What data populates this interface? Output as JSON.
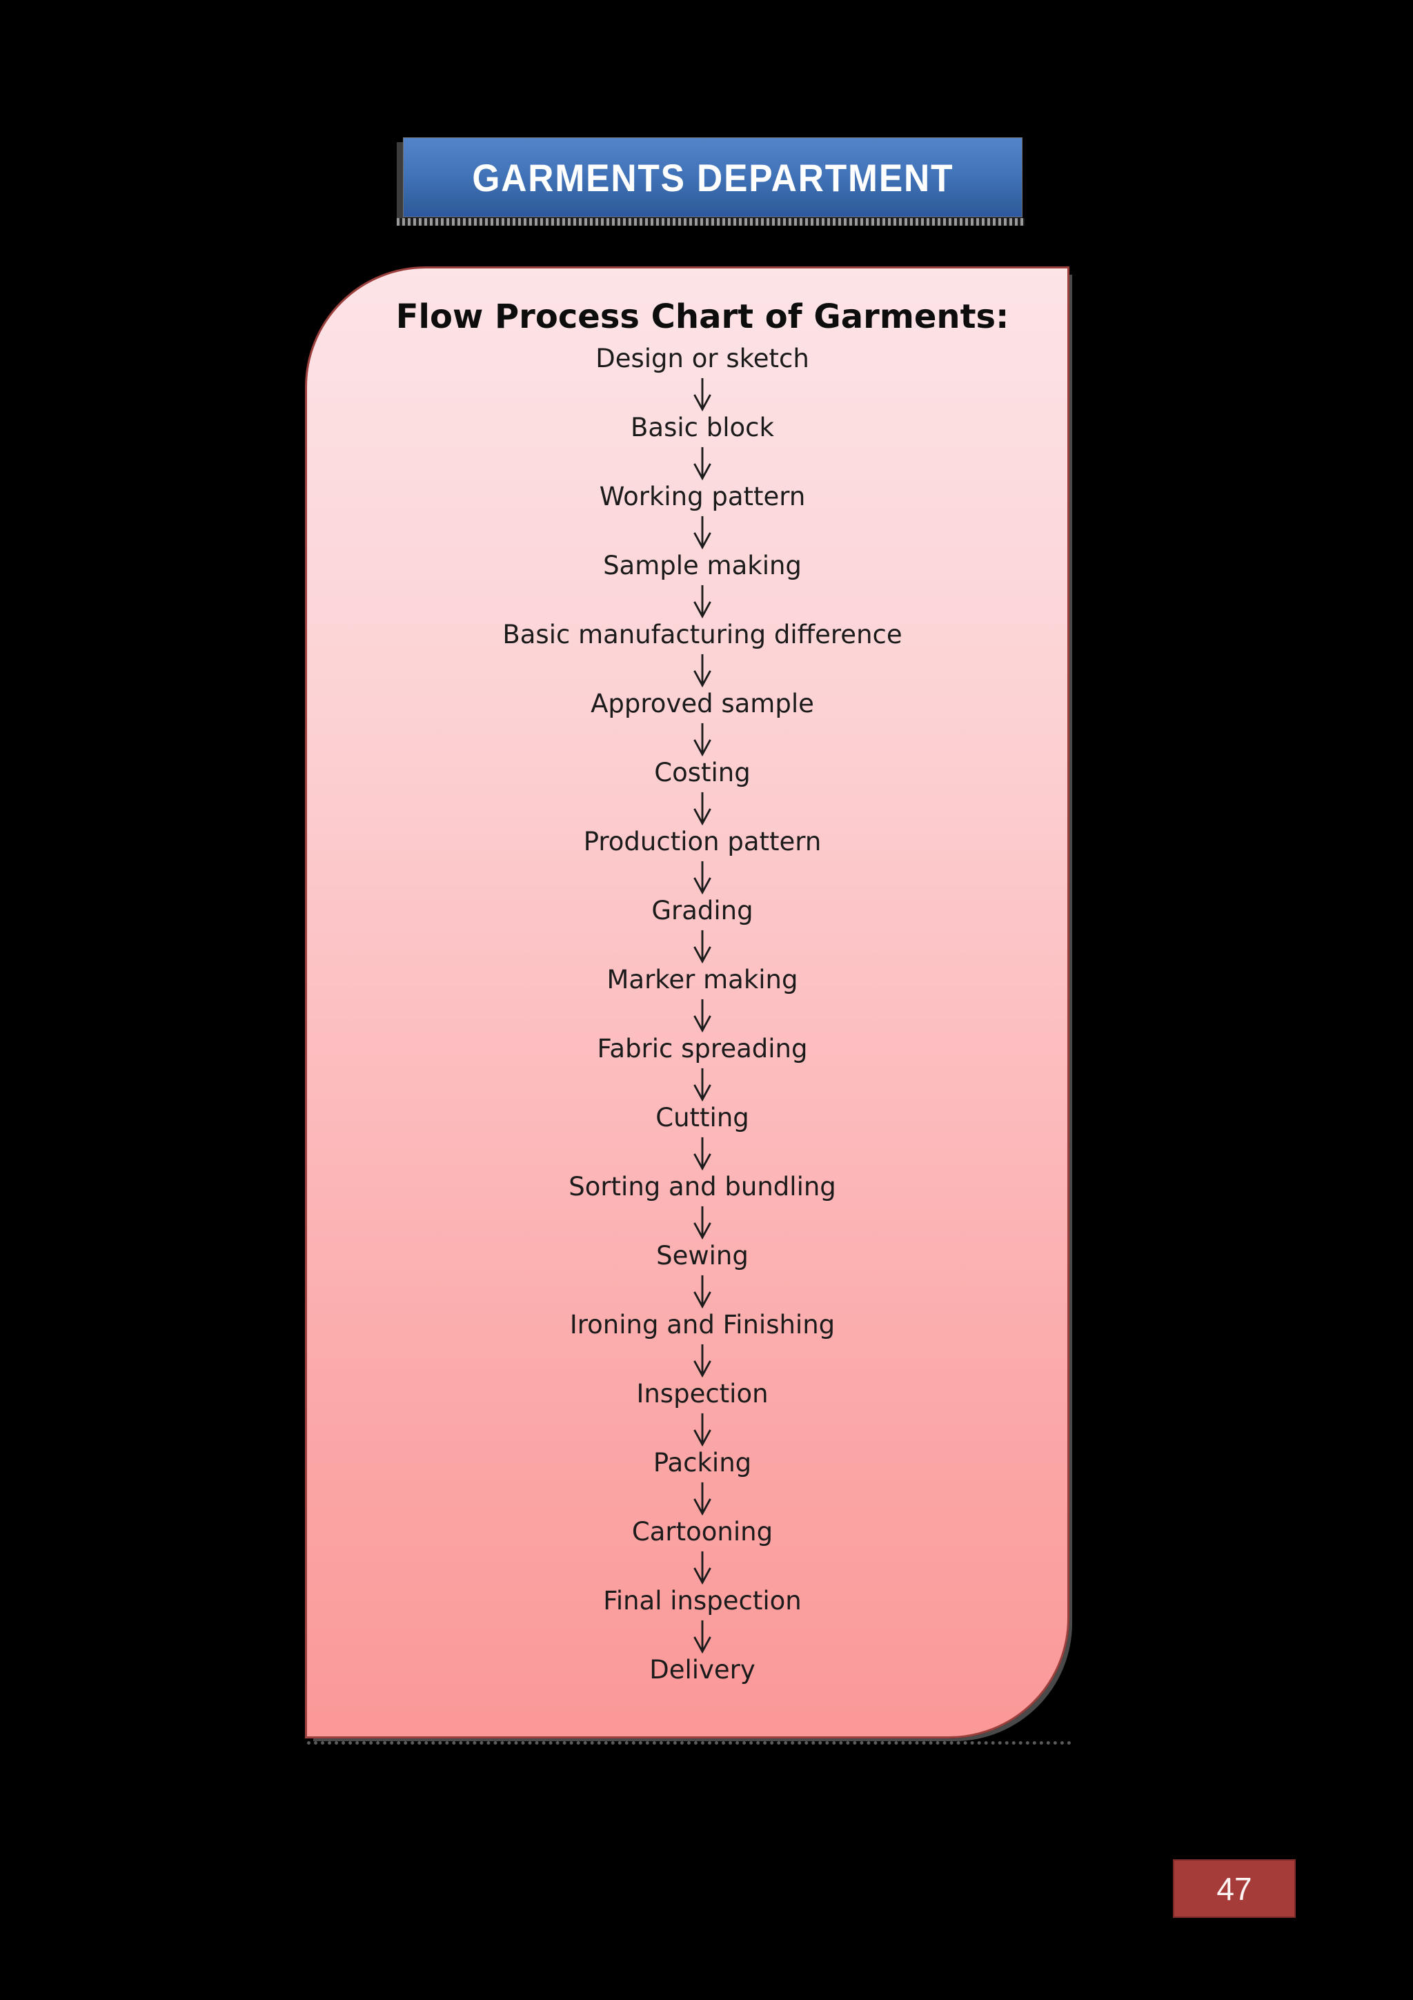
{
  "banner": {
    "title": "GARMENTS DEPARTMENT"
  },
  "flow": {
    "title": "Flow Process Chart of Garments:",
    "steps": [
      "Design or sketch",
      "Basic block",
      "Working pattern",
      "Sample making",
      "Basic manufacturing difference",
      "Approved sample",
      "Costing",
      "Production pattern",
      "Grading",
      "Marker making",
      "Fabric spreading",
      "Cutting",
      "Sorting and bundling",
      "Sewing",
      "Ironing and Finishing",
      "Inspection",
      "Packing",
      "Cartooning",
      "Final inspection",
      "Delivery"
    ],
    "arrow_icon": "down-arrow"
  },
  "footer": {
    "page_number": "47"
  },
  "theme": {
    "page_bg": "#000000",
    "banner_blue_top": "#5484c8",
    "banner_blue_bottom": "#2e58a0",
    "panel_pink_top": "#fce4e7",
    "panel_pink_bottom": "#fb9898",
    "panel_border": "#9b403d",
    "text_color": "#1b1b1b",
    "footer_bg": "#a63c39",
    "footer_text": "#fdf6f4"
  }
}
